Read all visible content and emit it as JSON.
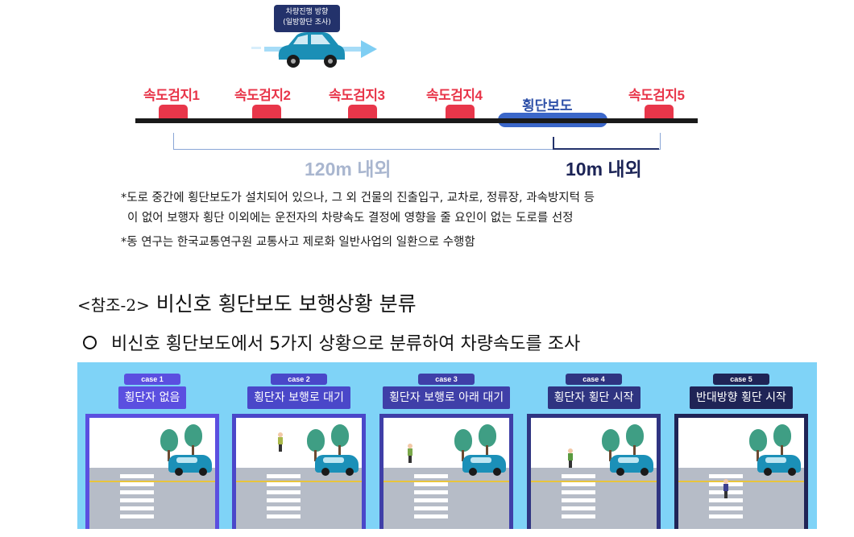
{
  "diagram": {
    "direction_line1": "차량진행 방향",
    "direction_line2": "(일방향단 조사)",
    "detectors": [
      "속도검지1",
      "속도검지2",
      "속도검지3",
      "속도검지4",
      "속도검지5"
    ],
    "crosswalk_label": "횡단보도",
    "distance_1": "120m 내외",
    "distance_2": "10m 내외",
    "colors": {
      "detector": "#e8364a",
      "crosswalk": "#3b67c9",
      "road": "#1a1a1a"
    }
  },
  "notes": {
    "line1": "*도로 중간에 횡단보도가 설치되어 있으나, 그 외 건물의 진출입구, 교차로, 정류장, 과속방지턱 등",
    "line2": "이 없어 보행자 횡단 이외에는 운전자의 차량속도 결정에 영향을 줄 요인이 없는 도로를 선정",
    "line3": "*동 연구는 한국교통연구원 교통사고 제로화 일반사업의 일환으로 수행함"
  },
  "section": {
    "ref_prefix": "<참조-2>",
    "title": "비신호 횡단보도 보행상황 분류",
    "bullet": "비신호 횡단보도에서 5가지 상황으로 분류하여 차량속도를 조사"
  },
  "cases": [
    {
      "tag": "case 1",
      "title": "횡단자 없음",
      "color": "#5b4fe0"
    },
    {
      "tag": "case 2",
      "title": "횡단자 보행로 대기",
      "color": "#4a47c9"
    },
    {
      "tag": "case 3",
      "title": "횡단자 보행로 아래 대기",
      "color": "#3f3fa8"
    },
    {
      "tag": "case 4",
      "title": "횡단자 횡단 시작",
      "color": "#2f3481"
    },
    {
      "tag": "case 5",
      "title": "반대방향 횡단 시작",
      "color": "#1f2456"
    }
  ]
}
